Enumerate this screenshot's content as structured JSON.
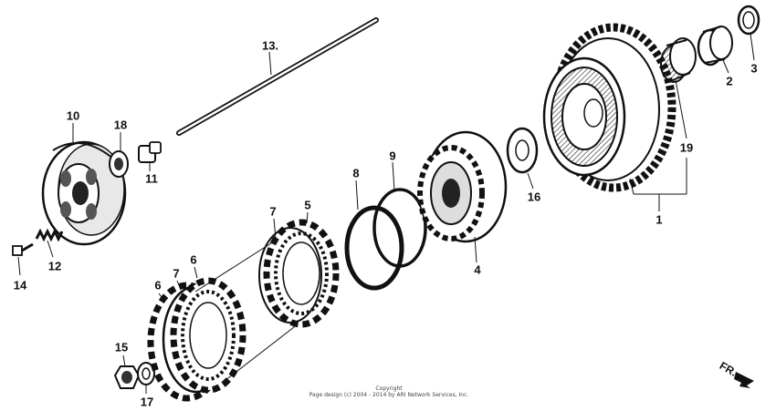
{
  "part_labels": {
    "p1": "1",
    "p2": "2",
    "p3": "3",
    "p4": "4",
    "p5": "5",
    "p6a": "6",
    "p6b": "6",
    "p7a": "7",
    "p7b": "7",
    "p8": "8",
    "p9": "9",
    "p10": "10",
    "p11": "11",
    "p12": "12",
    "p13": "13.",
    "p14": "14",
    "p15": "15",
    "p16": "16",
    "p17": "17",
    "p18": "18",
    "p19": "19"
  },
  "copyright": {
    "line1": "Copyright",
    "line2": "Page design (c) 2004 - 2014 by ARI Network Services, Inc."
  },
  "direction_label": "FR."
}
